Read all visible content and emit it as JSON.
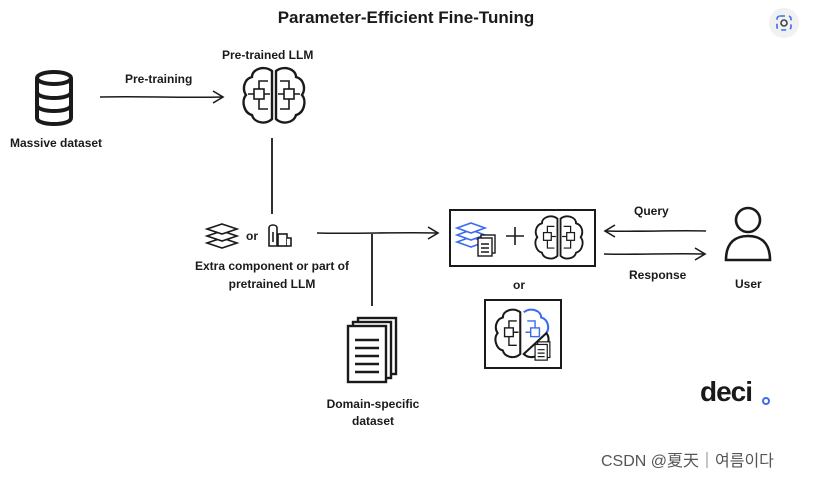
{
  "diagram": {
    "title": "Parameter-Efficient Fine-Tuning",
    "nodes": {
      "massive_dataset": "Massive dataset",
      "pretrained_llm": "Pre-trained LLM",
      "extra_component_line1": "Extra component or part of",
      "extra_component_line2": "pretrained LLM",
      "or_small": "or",
      "domain_dataset_line1": "Domain-specific",
      "domain_dataset_line2": "dataset",
      "or_between": "or",
      "user": "User"
    },
    "edges": {
      "pretraining": "Pre-training",
      "query": "Query",
      "response": "Response"
    }
  },
  "brand": {
    "logo_text": "deci",
    "accent_color": "#3b6cf0"
  },
  "watermark": "CSDN @夏天｜여름이다",
  "colors": {
    "ink": "#1a1a1a",
    "accent": "#3b6cf0"
  }
}
